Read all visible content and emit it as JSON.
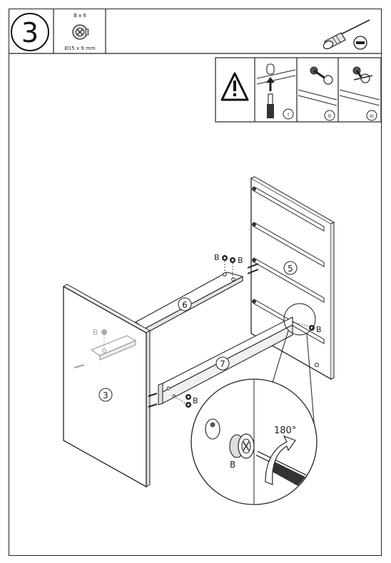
{
  "step": {
    "number": "3"
  },
  "parts_box": {
    "quantity": "B x 6",
    "dimension": "Ø15 x 9 mm",
    "part_icon": "cam-lock-fitting-icon"
  },
  "tools": {
    "tool_icon": "screwdriver-icon",
    "tip_icon": "flat-head-tip-icon"
  },
  "warning_panel": {
    "warning_icon": "warning-triangle-icon",
    "sub_steps": [
      "I",
      "II",
      "III"
    ]
  },
  "diagram": {
    "panel_labels": {
      "left_side": "3",
      "right_side": "5",
      "top_shelf": "6",
      "rail": "7"
    },
    "fitting_label": "B",
    "detail": {
      "fitting_label": "B",
      "rotation": "180°"
    }
  }
}
